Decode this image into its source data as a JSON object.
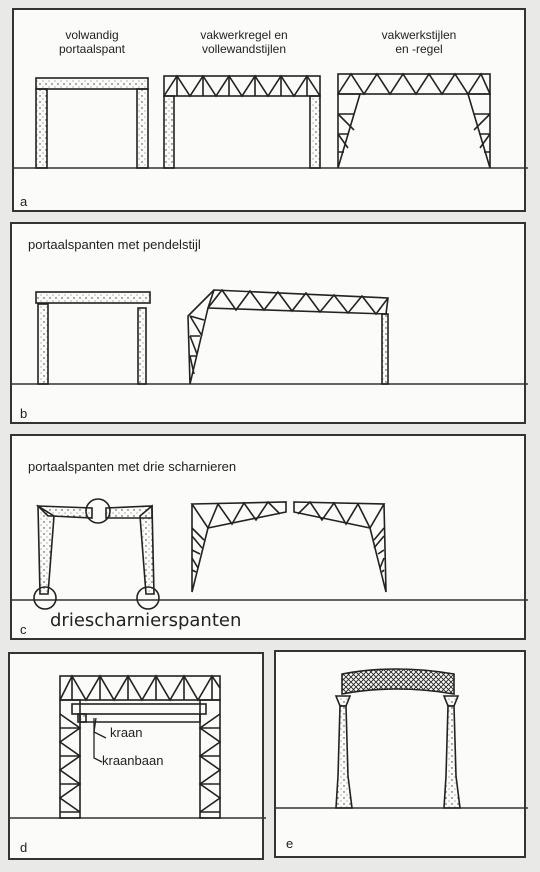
{
  "panel_a": {
    "letter": "a",
    "caption_1_line1": "volwandig",
    "caption_1_line2": "portaalspant",
    "caption_2_line1": "vakwerkregel en",
    "caption_2_line2": "vollewandstijlen",
    "caption_3_line1": "vakwerkstijlen",
    "caption_3_line2": "en -regel"
  },
  "panel_b": {
    "letter": "b",
    "heading": "portaalspanten met pendelstijl"
  },
  "panel_c": {
    "letter": "c",
    "heading": "portaalspanten met drie scharnieren",
    "subtitle": "driescharnierspanten"
  },
  "panel_d": {
    "letter": "d",
    "label_crane": "kraan",
    "label_crane_track": "kraanbaan"
  },
  "panel_e": {
    "letter": "e"
  }
}
